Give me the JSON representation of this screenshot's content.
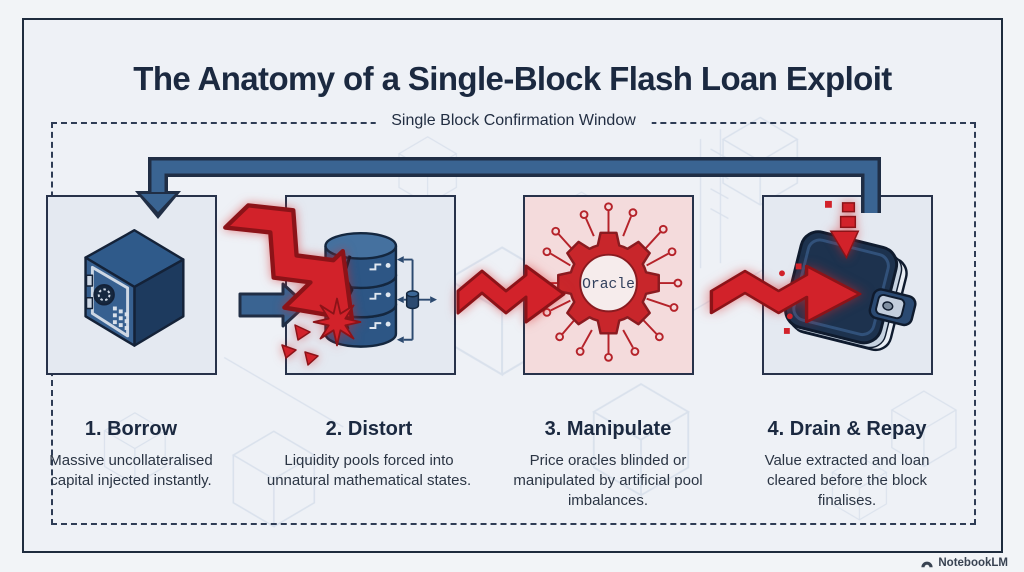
{
  "title": "The Anatomy of a Single-Block Flash Loan Exploit",
  "window_label": "Single Block Confirmation Window",
  "oracle_label": "Oracle",
  "watermark": "NotebookLM",
  "steps": [
    {
      "title": "1. Borrow",
      "description": "Massive uncollateralised capital injected instantly.",
      "icon": "vault-icon"
    },
    {
      "title": "2. Distort",
      "description": "Liquidity pools forced into unnatural mathematical states.",
      "icon": "database-crash-icon"
    },
    {
      "title": "3. Manipulate",
      "description": "Price oracles blinded or manipulated by artificial pool imbalances.",
      "icon": "oracle-gear-icon"
    },
    {
      "title": "4. Drain & Repay",
      "description": "Value extracted and loan cleared before the block finalises.",
      "icon": "wallet-drain-icon"
    }
  ],
  "colors": {
    "navy": "#1b2940",
    "steel_blue": "#3a6492",
    "red": "#d2222a",
    "pink_panel": "#f4dbdc",
    "panel": "#e4e9f1",
    "frame_bg": "#eef1f6"
  }
}
